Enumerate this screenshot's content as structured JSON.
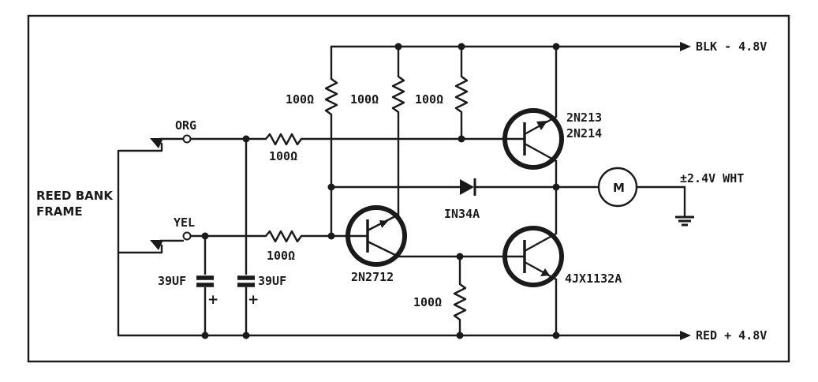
{
  "labels": {
    "blk": "BLK - 4.8V",
    "red": "RED + 4.8V",
    "wht": "±2.4V WHT",
    "org": "ORG",
    "yel": "YEL",
    "reed1": "REED BANK",
    "reed2": "FRAME",
    "r_top1": "100Ω",
    "r_top2": "100Ω",
    "r_top3": "100Ω",
    "r_org": "100Ω",
    "r_yel": "100Ω",
    "r_bottom": "100Ω",
    "cap1": "39UF",
    "cap2": "39UF",
    "cap_plus": "+",
    "diode": "IN34A",
    "q_mid": "2N2712",
    "q_top_a": "2N213",
    "q_top_b": "2N214",
    "q_bot": "4JX1132A",
    "motor": "M"
  }
}
